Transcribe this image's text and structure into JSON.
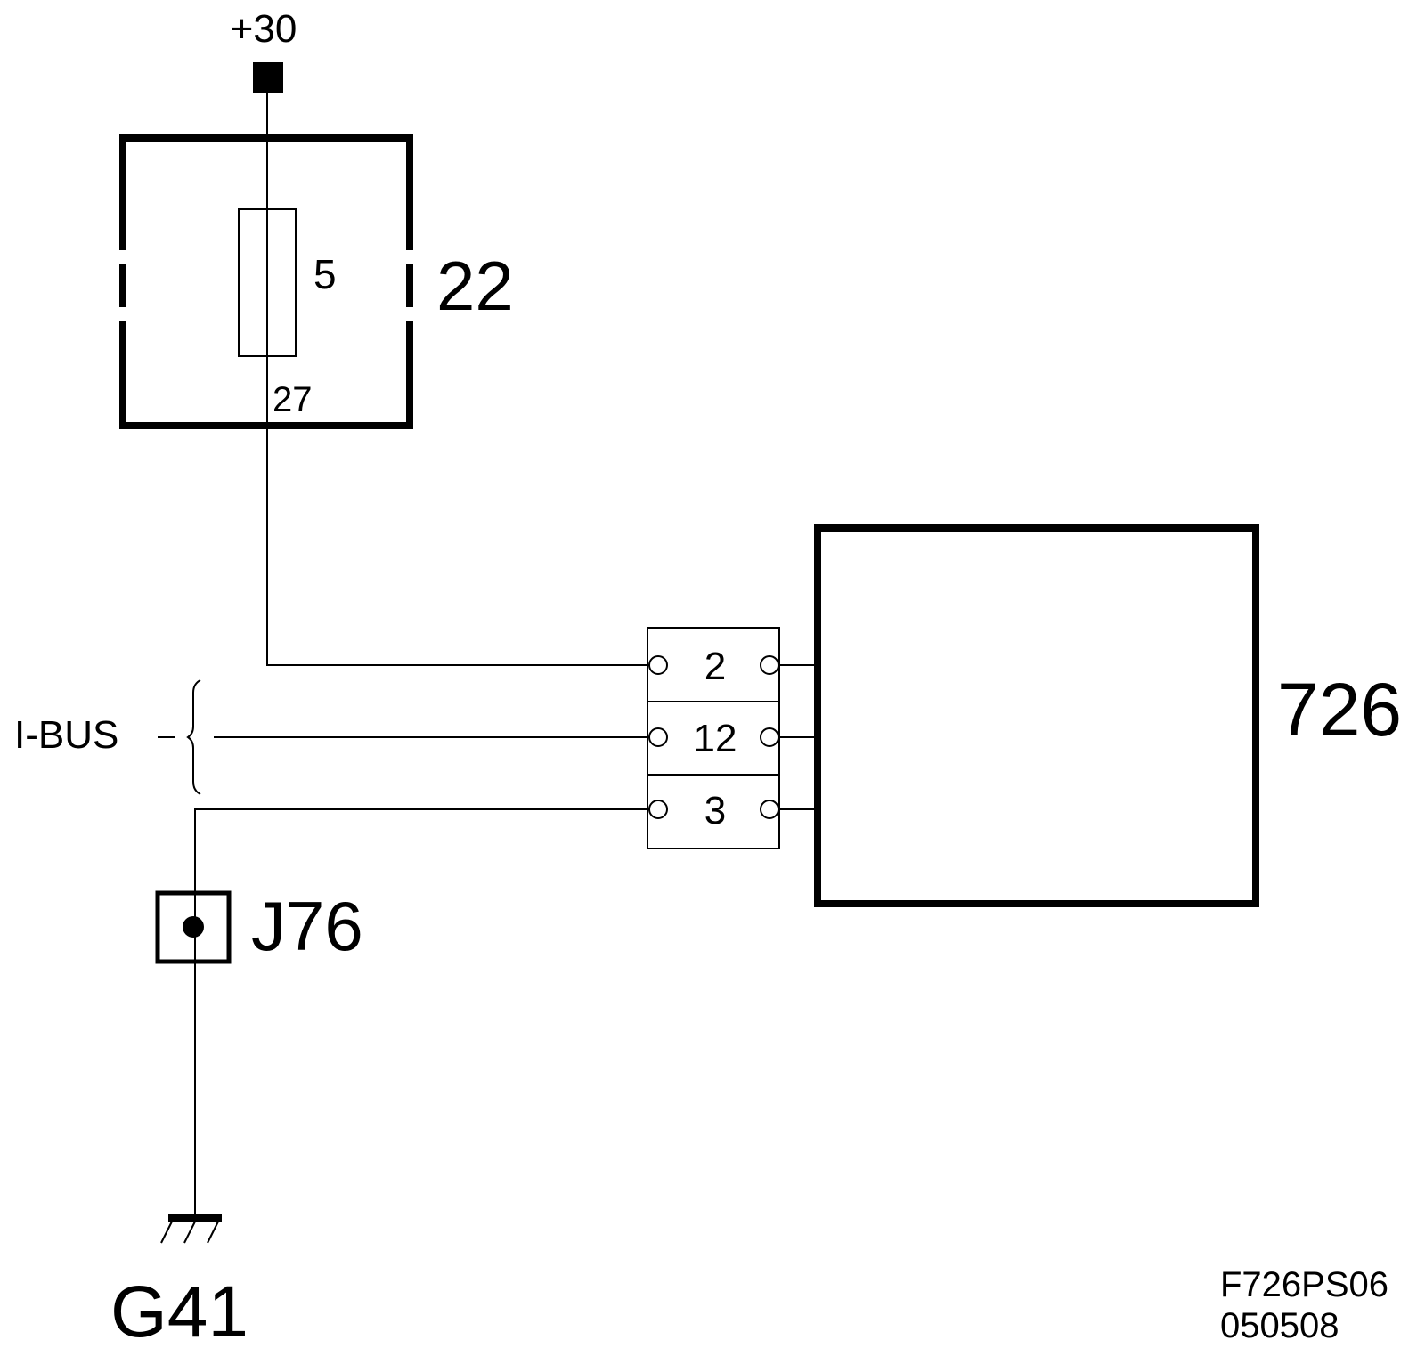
{
  "supply": {
    "label": "+30"
  },
  "fuse_box": {
    "ref": "22",
    "fuse_number": "5",
    "terminal": "27"
  },
  "control_unit": {
    "ref": "726"
  },
  "connector": {
    "pins": [
      "2",
      "12",
      "3"
    ]
  },
  "bus": {
    "label": "I-BUS"
  },
  "splice": {
    "ref": "J76"
  },
  "ground": {
    "ref": "G41"
  },
  "footer": {
    "code": "F726PS06",
    "date": "050508"
  }
}
